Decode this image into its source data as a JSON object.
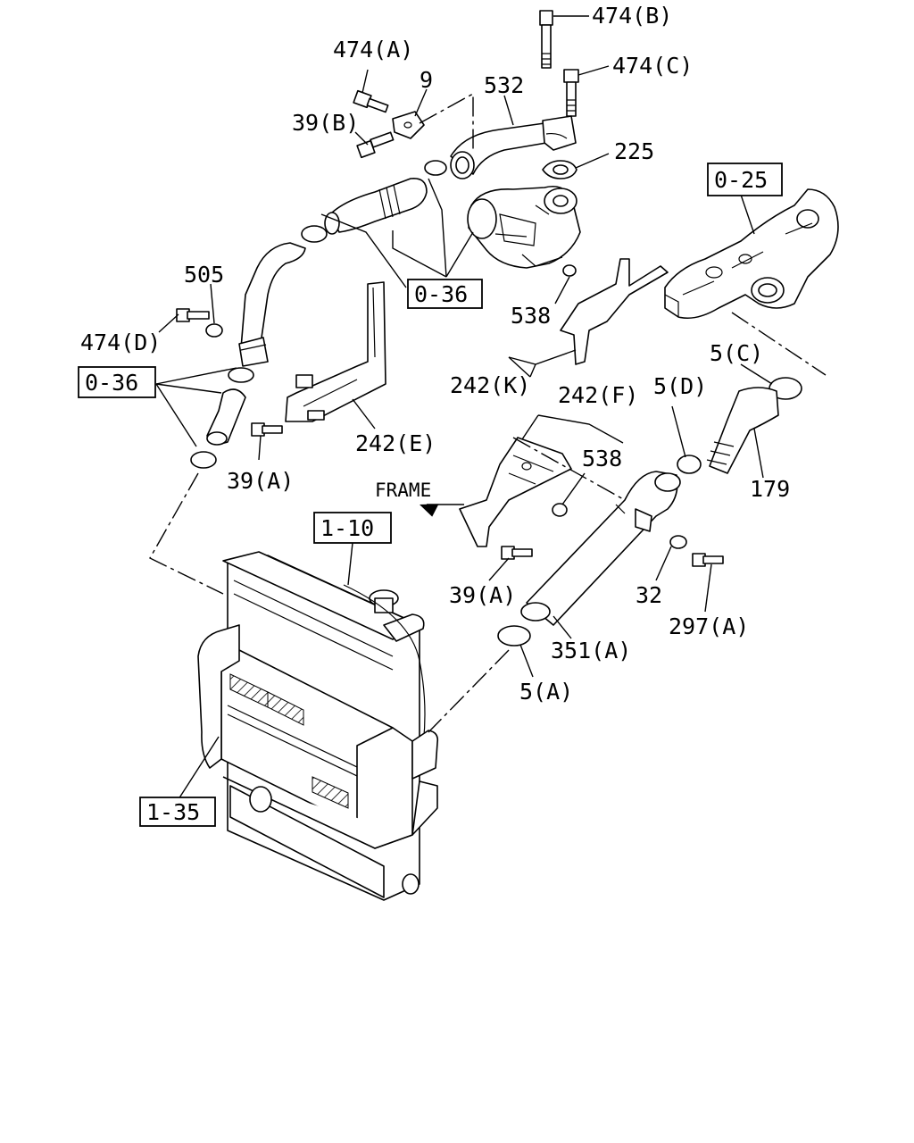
{
  "labels": {
    "p474b": "474(B)",
    "p474a": "474(A)",
    "p474c": "474(C)",
    "p9": "9",
    "p532": "532",
    "p39b": "39(B)",
    "p225": "225",
    "p025": "0-25",
    "p036top": "0-36",
    "p505": "505",
    "p474d": "474(D)",
    "p538a": "538",
    "p242k": "242(K)",
    "p5c": "5(C)",
    "p036left": "0-36",
    "p5d": "5(D)",
    "p242f": "242(F)",
    "p242e": "242(E)",
    "p39a1": "39(A)",
    "p538b": "538",
    "p179": "179",
    "frame": "FRAME",
    "p110": "1-10",
    "p39a2": "39(A)",
    "p32": "32",
    "p297a": "297(A)",
    "p351a": "351(A)",
    "p5a": "5(A)",
    "p135": "1-35"
  }
}
